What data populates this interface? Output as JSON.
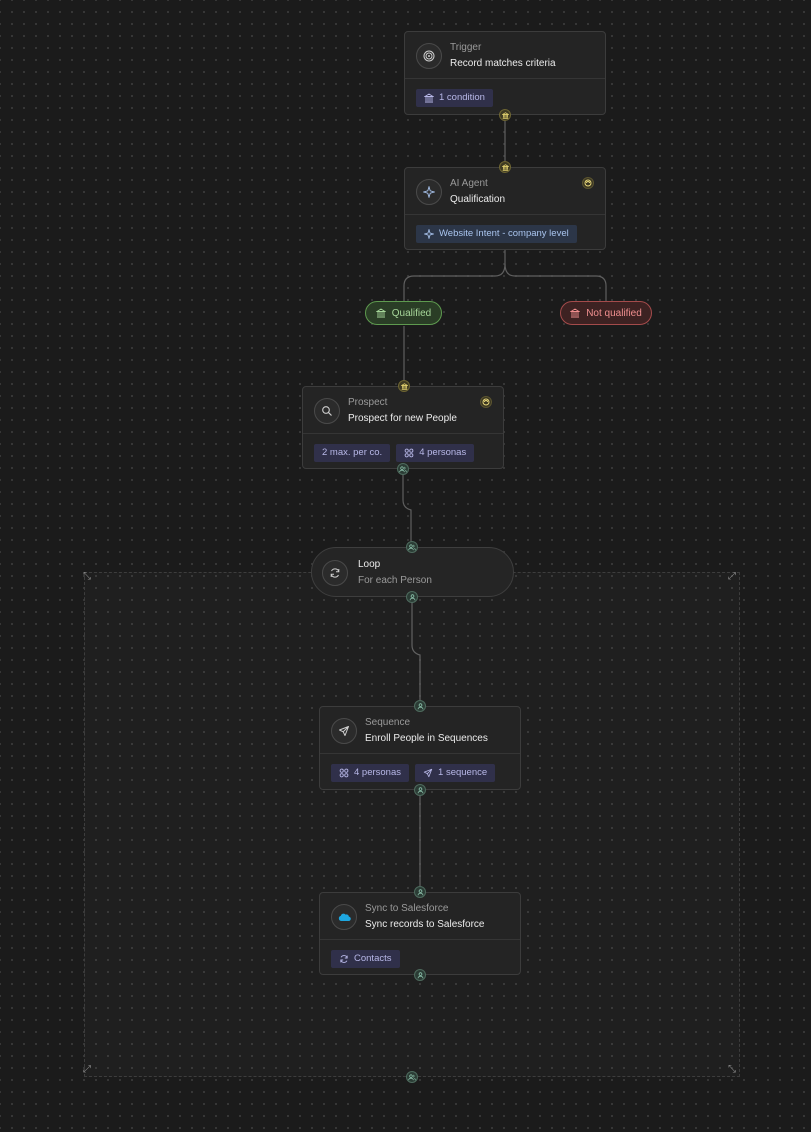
{
  "colors": {
    "canvas": "#1b1b1b",
    "node_bg": "#242424",
    "chip_purple_text": "#b8b8e8",
    "chip_blue_text": "#a9c4ee",
    "qualified": "#a7d79a",
    "not_qualified": "#f08f8f",
    "salesforce_blue": "#1ea7e0"
  },
  "trigger": {
    "kind": "Trigger",
    "title": "Record matches criteria",
    "icon": "target-icon",
    "chip": "1 condition"
  },
  "ai_agent": {
    "kind": "AI Agent",
    "title": "Qualification",
    "icon": "sparkle-icon",
    "chip": "Website Intent - company level"
  },
  "branches": {
    "qualified": "Qualified",
    "not_qualified": "Not qualified"
  },
  "prospect": {
    "kind": "Prospect",
    "title": "Prospect for new People",
    "icon": "search-icon",
    "chips": [
      "2 max. per co.",
      "4 personas"
    ]
  },
  "loop": {
    "kind": "Loop",
    "title": "For each Person",
    "icon": "refresh-icon"
  },
  "sequence": {
    "kind": "Sequence",
    "title": "Enroll People in Sequences",
    "icon": "send-icon",
    "chips": [
      "4 personas",
      "1 sequence"
    ]
  },
  "salesforce": {
    "kind": "Sync to Salesforce",
    "title": "Sync records to Salesforce",
    "icon": "salesforce-cloud-icon",
    "chip": "Contacts"
  }
}
